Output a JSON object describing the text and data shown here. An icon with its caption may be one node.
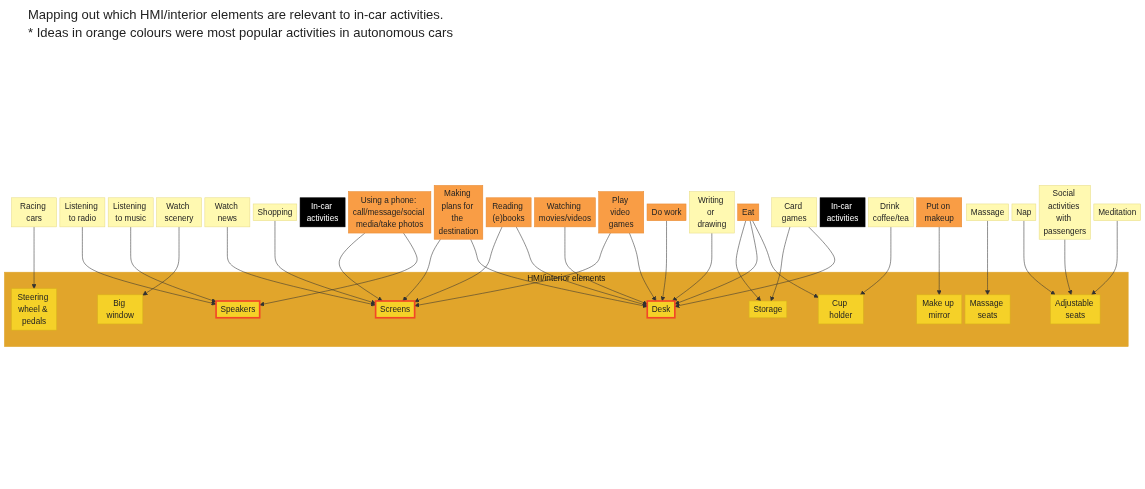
{
  "diagram": {
    "title": "Mapping out which HMI/interior elements are relevant to in-car activities.",
    "caption": "* Ideas in orange colours were most popular activities in autonomous cars",
    "nodes": [
      {
        "text": [
          "Watching movies/videos"
        ]
      },
      {
        "text": [
          "Watch news"
        ]
      },
      {
        "text": [
          "Reading (e)books"
        ]
      },
      {
        "text": [
          "Social activities with passengers"
        ]
      },
      {
        "text": [
          "Shopping"
        ]
      },
      {
        "text": [
          "Do work"
        ]
      },
      {
        "text": [
          "In-car activities"
        ]
      },
      {
        "text": [
          "Racing cars"
        ]
      },
      {
        "text": [
          "Listening to radio"
        ]
      },
      {
        "text": [
          "Watch scenery"
        ]
      },
      {
        "text": [
          "Making plans for the destination"
        ]
      },
      {
        "text": [
          "Writing or drawing"
        ]
      },
      {
        "text": [
          "Eat"
        ]
      },
      {
        "text": [
          "Put on makeup"
        ]
      },
      {
        "text": [
          "Massage"
        ]
      },
      {
        "text": [
          "Nap"
        ]
      },
      {
        "text": [
          "HMI/interior elements"
        ]
      },
      {
        "text": [
          "Steering wheel & pedals"
        ],
        "in": 16
      },
      {
        "text": [
          "Speakers"
        ],
        "in": 16
      },
      {
        "text": [
          "Big window"
        ],
        "in": 16
      },
      {
        "text": [
          "Screens"
        ],
        "in": 16
      },
      {
        "text": [
          "Desk"
        ],
        "in": 16
      },
      {
        "text": [
          "Storage"
        ],
        "in": 16
      },
      {
        "text": [
          "Cup holder"
        ],
        "in": 16
      },
      {
        "text": [
          "Make up mirror"
        ],
        "in": 16
      },
      {
        "text": [
          "Massage seats"
        ],
        "in": 16
      },
      {
        "text": [
          "Adjustable seats"
        ],
        "in": 16
      },
      {
        "text": [
          "In-car activities"
        ]
      },
      {
        "text": [
          "Listening to music"
        ]
      },
      {
        "text": [
          "Play video games"
        ]
      },
      {
        "text": [
          "Card games"
        ]
      },
      {
        "text": [
          "Drink coffee/tea"
        ]
      },
      {
        "text": [
          "Meditation"
        ]
      },
      {
        "text": [
          "Using a phone: call/message/social media/take photos"
        ]
      }
    ],
    "edges": [
      {
        "from": 7,
        "to": 17,
        "arrow": "to"
      },
      {
        "from": 8,
        "to": 18,
        "arrow": "to"
      },
      {
        "from": 9,
        "to": 19,
        "arrow": "to"
      },
      {
        "from": 1,
        "to": 20,
        "arrow": "to"
      },
      {
        "from": 4,
        "to": 20,
        "arrow": "to"
      },
      {
        "from": 10,
        "to": 20,
        "arrow": "to"
      },
      {
        "from": 10,
        "to": 21,
        "arrow": "to"
      },
      {
        "from": 0,
        "to": 21,
        "arrow": "to"
      },
      {
        "from": 2,
        "to": 20,
        "arrow": "to"
      },
      {
        "from": 2,
        "to": 21,
        "arrow": "to"
      },
      {
        "from": 5,
        "to": 21,
        "arrow": "to"
      },
      {
        "from": 11,
        "to": 21,
        "arrow": "to"
      },
      {
        "from": 12,
        "to": 22,
        "arrow": "to"
      },
      {
        "from": 12,
        "to": 21,
        "arrow": "to"
      },
      {
        "from": 12,
        "to": 23,
        "arrow": "to"
      },
      {
        "from": 13,
        "to": 24,
        "arrow": "to"
      },
      {
        "from": 14,
        "to": 25,
        "arrow": "to"
      },
      {
        "from": 15,
        "to": 26,
        "arrow": "to"
      },
      {
        "from": 3,
        "to": 26,
        "arrow": "to"
      },
      {
        "from": 28,
        "to": 18,
        "arrow": "to"
      },
      {
        "from": 29,
        "to": 20,
        "arrow": "to"
      },
      {
        "from": 29,
        "to": 21,
        "arrow": "to"
      },
      {
        "from": 30,
        "to": 22,
        "arrow": "to"
      },
      {
        "from": 30,
        "to": 21,
        "arrow": "to"
      },
      {
        "from": 31,
        "to": 23,
        "arrow": "to"
      },
      {
        "from": 32,
        "to": 26,
        "arrow": "to"
      },
      {
        "from": 33,
        "to": 20,
        "arrow": "to"
      },
      {
        "from": 33,
        "to": 18,
        "arrow": "to"
      }
    ]
  }
}
